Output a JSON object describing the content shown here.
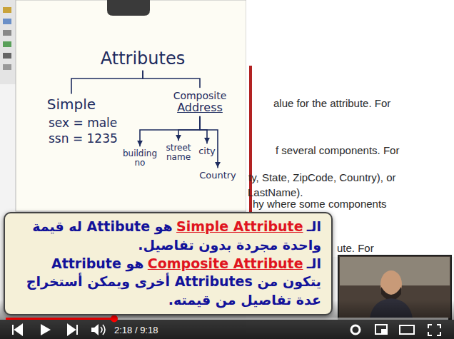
{
  "diagram": {
    "nodes": [
      {
        "text": [
          "Attributes"
        ]
      },
      {
        "text": [
          "Simple"
        ]
      },
      {
        "text": [
          "Composite",
          "Address"
        ]
      },
      {
        "text": [
          "building no"
        ]
      },
      {
        "text": [
          "street name"
        ]
      },
      {
        "text": [
          "city"
        ]
      },
      {
        "text": [
          "Country"
        ]
      },
      {
        "text": [
          "الـ",
          "Simple Attribute",
          "هو Attibute له قيمة واحدة مجردة بدون تفاصيل.",
          "الـ",
          "Composite Attribute",
          "هو Attribute يتكون من Attributes أخرى ويمكن أستخراج عدة تفاصيل من قيمته."
        ]
      }
    ],
    "edges": [
      {
        "from": 0,
        "to": 1,
        "arrow": "none"
      },
      {
        "from": 0,
        "to": 2,
        "arrow": "none"
      },
      {
        "from": 2,
        "to": 3,
        "arrow": "to"
      },
      {
        "from": 2,
        "to": 4,
        "arrow": "to"
      },
      {
        "from": 2,
        "to": 5,
        "arrow": "to"
      },
      {
        "from": 2,
        "to": 6,
        "arrow": "to"
      }
    ],
    "labels": [
      "sex = male",
      "ssn = 1235",
      "alue for the attribute. For",
      "f several components. For",
      "ty, State, ZipCode, Country), or",
      "LastName).",
      "hy where some components",
      "ute. For",
      "2:18 / 9:18"
    ]
  }
}
